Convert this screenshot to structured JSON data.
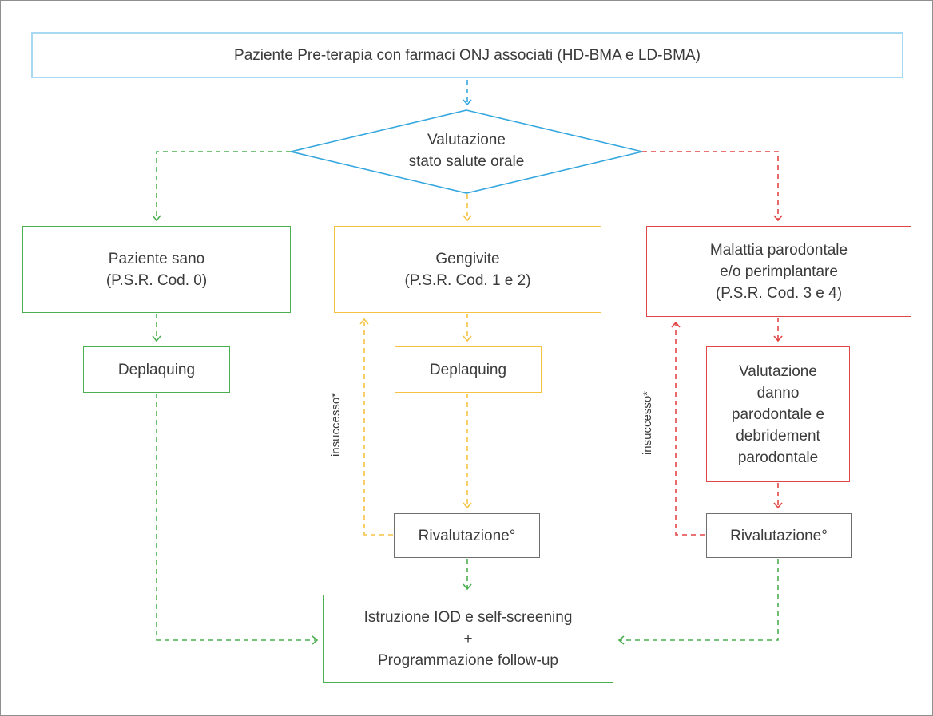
{
  "palette": {
    "light_blue": "#a8d9f2",
    "blue": "#35a7de",
    "green": "#4caf50",
    "yellow": "#f5c242",
    "red": "#e24545",
    "gray": "#6f6f6f",
    "text": "#3b3b3b"
  },
  "nodes": {
    "start": {
      "label": "Paziente Pre-terapia con farmaci ONJ associati (HD-BMA e LD-BMA)"
    },
    "decision": {
      "lines": [
        "Valutazione",
        "stato salute orale"
      ]
    },
    "healthy": {
      "lines": [
        "Paziente sano",
        "(P.S.R. Cod. 0)"
      ]
    },
    "gingivitis": {
      "lines": [
        "Gengivite",
        "(P.S.R. Cod. 1 e 2)"
      ]
    },
    "periodontal": {
      "lines": [
        "Malattia parodontale",
        "e/o perimplantare",
        "(P.S.R. Cod. 3 e 4)"
      ]
    },
    "deplaquing_green": {
      "label": "Deplaquing"
    },
    "deplaquing_yellow": {
      "label": "Deplaquing"
    },
    "damage_assessment": {
      "lines": [
        "Valutazione",
        "danno",
        "parodontale e",
        "debridement",
        "parodontale"
      ]
    },
    "reassessment_yellow": {
      "label": "Rivalutazione°"
    },
    "reassessment_red": {
      "label": "Rivalutazione°"
    },
    "final": {
      "lines": [
        "Istruzione IOD e self-screening",
        "+",
        "Programmazione follow-up"
      ]
    }
  },
  "labels": {
    "insuccesso": "insuccesso*"
  }
}
